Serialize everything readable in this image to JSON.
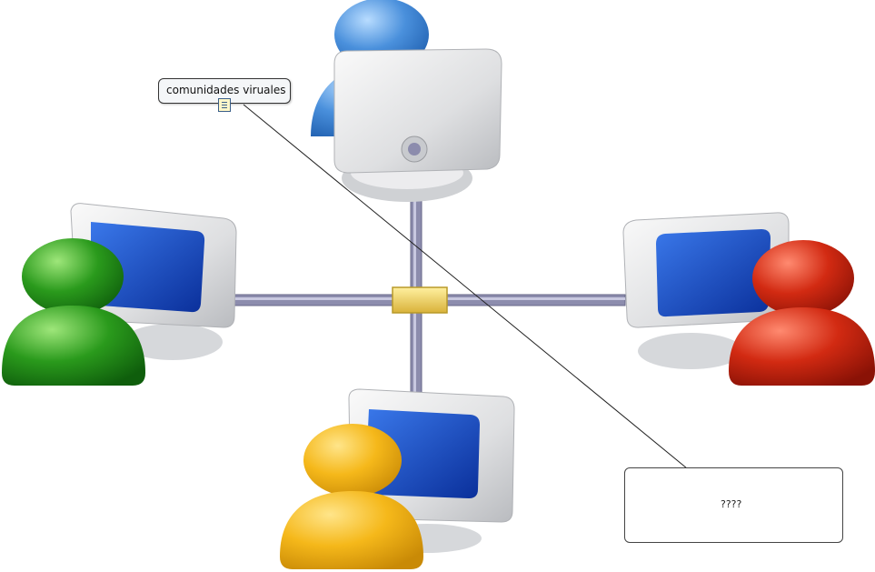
{
  "concept": {
    "label": "comunidades viruales"
  },
  "image_card": {
    "text": "????"
  },
  "users": [
    {
      "name": "user-top",
      "color": "blue"
    },
    {
      "name": "user-left",
      "color": "green"
    },
    {
      "name": "user-right",
      "color": "red"
    },
    {
      "name": "user-bottom",
      "color": "yellow"
    }
  ],
  "colors": {
    "blue_user": "#4a90dc",
    "green_user": "#2a9a1c",
    "red_user": "#d22a12",
    "yellow_user": "#f5b81a",
    "cable": "#8a8aa8",
    "hub": "#e6c84a",
    "monitor_screen": "#1d4fc4",
    "monitor_body": "#e2e4e6"
  }
}
